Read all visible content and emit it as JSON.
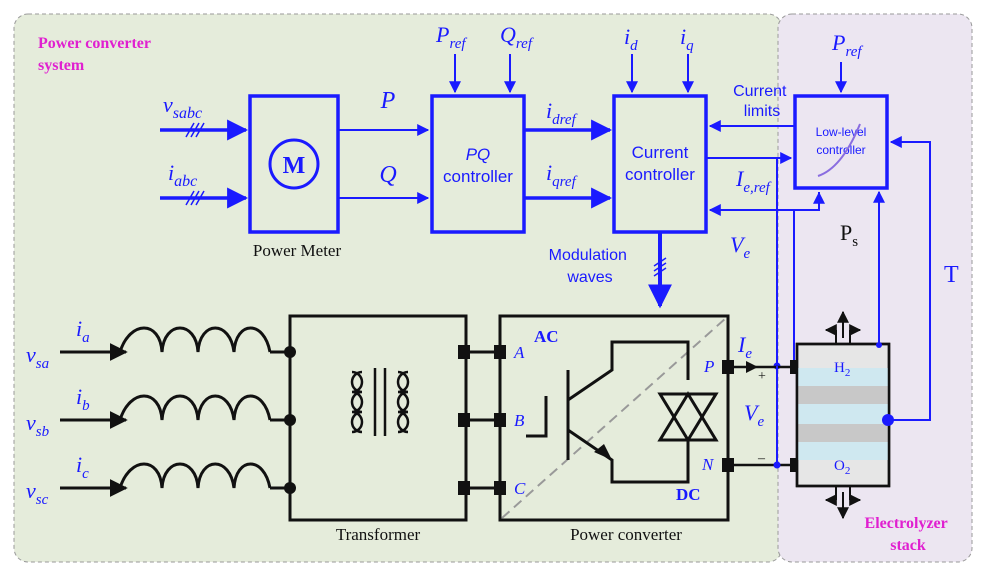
{
  "regions": {
    "power_converter_system": "Power converter\nsystem",
    "electrolyzer_stack": "Electrolyzer\nstack"
  },
  "blocks": {
    "power_meter": {
      "symbol": "M",
      "label": "Power Meter"
    },
    "pq_controller": {
      "line1": "PQ",
      "line2": "controller"
    },
    "current_controller": {
      "line1": "Current",
      "line2": "controller"
    },
    "low_level_controller": {
      "line1": "Low-level",
      "line2": "controller"
    },
    "transformer": {
      "label": "Transformer"
    },
    "power_converter": {
      "label": "Power converter",
      "ac": "AC",
      "dc": "DC"
    },
    "electrolyzer": {
      "h2": "H",
      "h2_sub": "2",
      "o2": "O",
      "o2_sub": "2"
    }
  },
  "signals": {
    "v_sabc": {
      "base": "v",
      "sub": "sabc"
    },
    "i_abc": {
      "base": "i",
      "sub": "abc"
    },
    "P": "P",
    "Q": "Q",
    "P_ref_pq": {
      "base": "P",
      "sub": "ref"
    },
    "Q_ref": {
      "base": "Q",
      "sub": "ref"
    },
    "i_d": {
      "base": "i",
      "sub": "d"
    },
    "i_q": {
      "base": "i",
      "sub": "q"
    },
    "i_dref": {
      "base": "i",
      "sub": "dref"
    },
    "i_qref": {
      "base": "i",
      "sub": "qref"
    },
    "P_ref_ll": {
      "base": "P",
      "sub": "ref"
    },
    "current_limits": "Current\nlimits",
    "I_eref": {
      "base": "I",
      "sub": "e,ref"
    },
    "V_e_top": {
      "base": "V",
      "sub": "e"
    },
    "P_s": {
      "base": "P",
      "sub": "s"
    },
    "T": "T",
    "modulation_waves": "Modulation\nwaves",
    "I_e": {
      "base": "I",
      "sub": "e"
    },
    "V_e_mid": {
      "base": "V",
      "sub": "e"
    },
    "plus": "+",
    "minus": "–"
  },
  "grid": {
    "phases": [
      {
        "v": "v",
        "v_sub": "sa",
        "i": "i",
        "i_sub": "a",
        "terminal": "A"
      },
      {
        "v": "v",
        "v_sub": "sb",
        "i": "i",
        "i_sub": "b",
        "terminal": "B"
      },
      {
        "v": "v",
        "v_sub": "sc",
        "i": "i",
        "i_sub": "c",
        "terminal": "C"
      }
    ],
    "dc_terminals": {
      "p": "P",
      "n": "N"
    }
  },
  "colors": {
    "wire": "#1a1aff",
    "black": "#111111",
    "green_region": "#e5ecdb",
    "purple_region": "#ece6f1",
    "magenta_text": "#e020d0",
    "h2_band": "#cfe8f0",
    "gray_band": "#c8c8c8"
  }
}
